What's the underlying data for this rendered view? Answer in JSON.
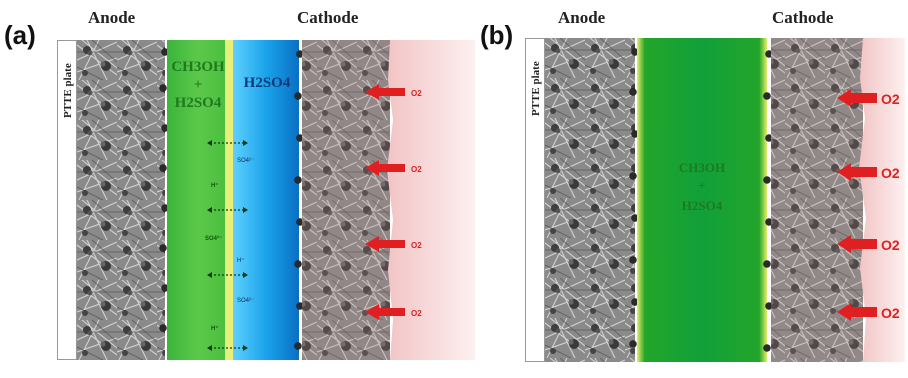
{
  "panel_a": {
    "letter": "(a)",
    "anode": "Anode",
    "cathode": "Cathode",
    "plate": "PTTE plate",
    "mix_line1": "CH3OH",
    "mix_plus": "+",
    "mix_line2": "H2SO4",
    "electrolyte": "H2SO4",
    "ion_so4": "SO4²⁻",
    "ion_h": "H⁺",
    "oxygen": "O2"
  },
  "panel_b": {
    "letter": "(b)",
    "anode": "Anode",
    "cathode": "Cathode",
    "plate": "PTTE plate",
    "mix_line1": "CH3OH",
    "mix_plus": "+",
    "mix_line2": "H2SO4",
    "oxygen": "O2"
  },
  "colors": {
    "fuel_green": "#2eb62e",
    "electrolyte_blue": "#1a9ee0",
    "oxygen_red": "#e02020",
    "cathode_glow": "#f7cfcf"
  }
}
